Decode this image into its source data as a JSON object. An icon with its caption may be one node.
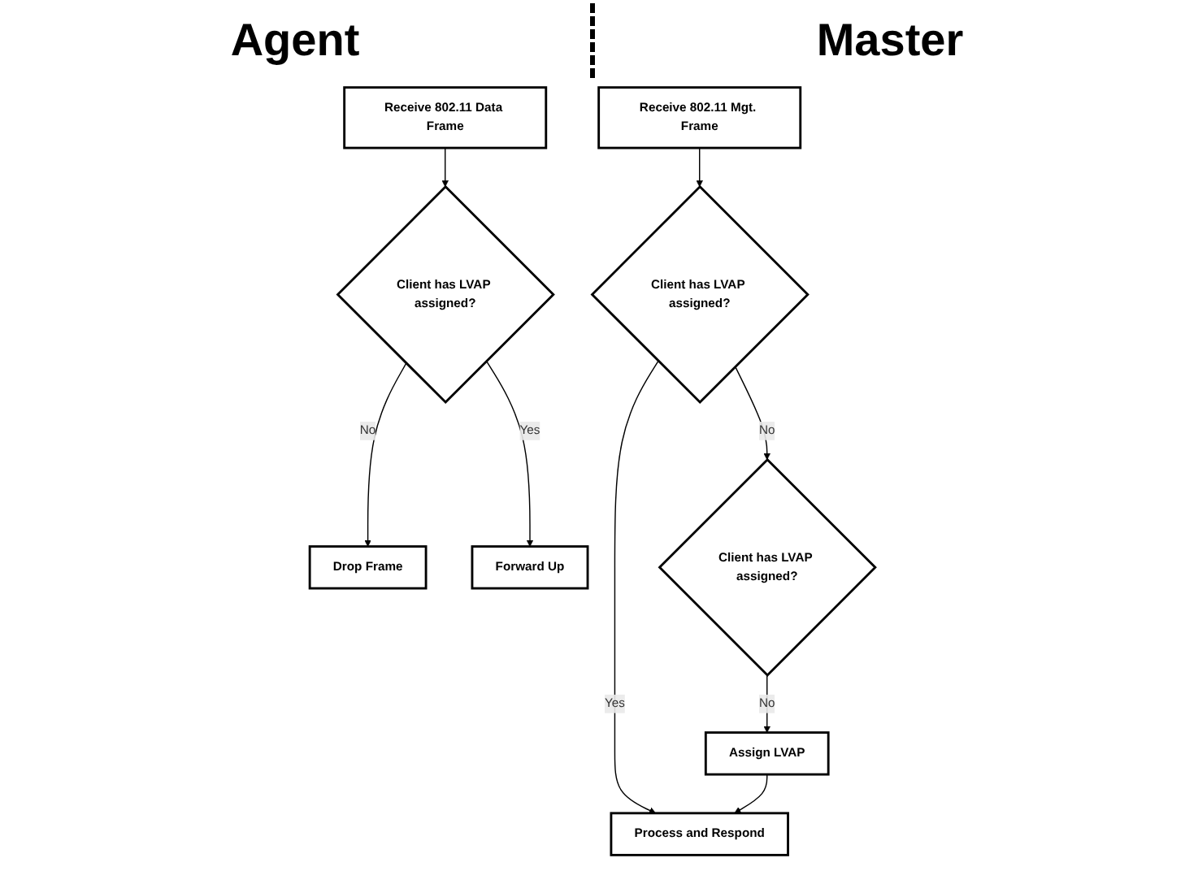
{
  "diagram": {
    "nodes": [
      {
        "text": [
          "Receive 802.11 Data Frame"
        ]
      },
      {
        "text": [
          "Client has LVAP assigned?"
        ]
      },
      {
        "text": [
          "Drop Frame"
        ]
      },
      {
        "text": [
          "Forward Up"
        ]
      },
      {
        "text": [
          "Receive 802.11 Mgt. Frame"
        ]
      },
      {
        "text": [
          "Client has LVAP assigned?"
        ]
      },
      {
        "text": [
          "Process and Respond"
        ]
      },
      {
        "text": [
          "Client has LVAP assigned?"
        ]
      },
      {
        "text": [
          "Assign LVAP"
        ]
      }
    ],
    "edges": [
      {
        "from": 0,
        "to": 1,
        "arrow": "to"
      },
      {
        "from": 1,
        "to": 2,
        "label": "No",
        "arrow": "to"
      },
      {
        "from": 1,
        "to": 3,
        "label": "Yes",
        "arrow": "to"
      },
      {
        "from": 4,
        "to": 5,
        "arrow": "to"
      },
      {
        "from": 5,
        "to": 6,
        "label": "Yes",
        "arrow": "to"
      },
      {
        "from": 5,
        "to": 7,
        "label": "No",
        "arrow": "to"
      },
      {
        "from": 7,
        "to": 8,
        "label": "No",
        "arrow": "to"
      },
      {
        "from": 8,
        "to": 6,
        "arrow": "to"
      }
    ],
    "labels": [
      "Agent",
      "Master"
    ]
  }
}
